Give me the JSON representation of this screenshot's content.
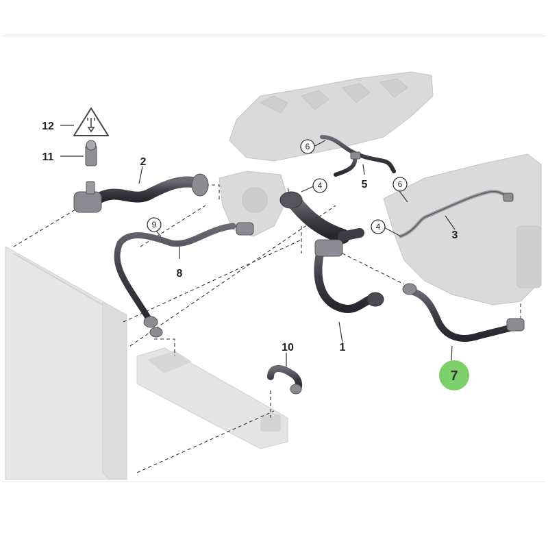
{
  "callouts": {
    "c1": "1",
    "c2": "2",
    "c3": "3",
    "c4a": "4",
    "c4b": "4",
    "c5": "5",
    "c6a": "6",
    "c6b": "6",
    "c7": "7",
    "c8": "8",
    "c9": "9",
    "c10": "10",
    "c11": "11",
    "c12": "12"
  },
  "colors": {
    "hose": "#3d3d45",
    "engine": "#d8d8d8",
    "radiator": "#e4e4e4",
    "highlight": "#7ed16a"
  },
  "icons": {
    "warning": "electrical-plug-warning-icon"
  }
}
